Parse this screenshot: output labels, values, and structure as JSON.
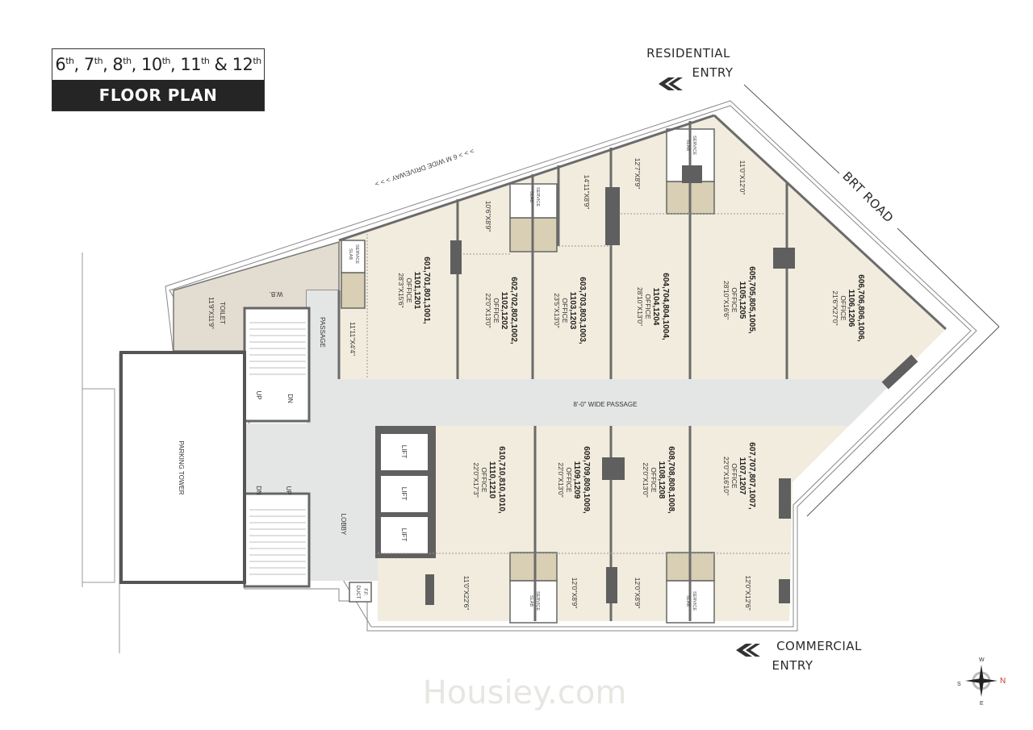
{
  "header": {
    "floors": [
      {
        "num": "6",
        "suffix": "th",
        "sep": ", "
      },
      {
        "num": "7",
        "suffix": "th",
        "sep": ", "
      },
      {
        "num": "8",
        "suffix": "th",
        "sep": ", "
      },
      {
        "num": "10",
        "suffix": "th",
        "sep": ", "
      },
      {
        "num": "11",
        "suffix": "th",
        "sep": " & "
      },
      {
        "num": "12",
        "suffix": "th",
        "sep": ""
      }
    ],
    "subtitle": "FLOOR PLAN"
  },
  "entries": {
    "residential": [
      "RESIDENTIAL",
      "ENTRY"
    ],
    "commercial": [
      "COMMERCIAL",
      "ENTRY"
    ],
    "road": "BRT ROAD",
    "driveway": "> > >  6 M WIDE DRIVEWAY  > > >"
  },
  "units": [
    {
      "lines": [
        "601,701,801,1001,",
        "1101,1201",
        "OFFICE",
        "28'3\"X15'6\""
      ]
    },
    {
      "lines": [
        "602,702,802,1002,",
        "1102,1202",
        "OFFICE",
        "22'0\"X13'0\""
      ]
    },
    {
      "lines": [
        "603,703,803,1003,",
        "1103,1203",
        "OFFICE",
        "23'5\"X13'0\""
      ]
    },
    {
      "lines": [
        "604,704,804,1004,",
        "1104,1204",
        "OFFICE",
        "28'10\"X13'0\""
      ]
    },
    {
      "lines": [
        "605,705,805,1005,",
        "1105,1205",
        "OFFICE",
        "28'10\"X16'6\""
      ]
    },
    {
      "lines": [
        "606,706,806,1006,",
        "1106,1206",
        "OFFICE",
        "21'6\"X27'0\""
      ]
    },
    {
      "lines": [
        "607,707,807,1007,",
        "1107,1207",
        "OFFICE",
        "22'0\"X16'10\""
      ]
    },
    {
      "lines": [
        "608,708,808,1008,",
        "1108,1208",
        "OFFICE",
        "22'0\"X13'0\""
      ]
    },
    {
      "lines": [
        "609,709,809,1009,",
        "1109,1209",
        "OFFICE",
        "22'0\"X13'0\""
      ]
    },
    {
      "lines": [
        "610,710,810,1010,",
        "1110,1210",
        "OFFICE",
        "22'0\"X17'3\""
      ]
    }
  ],
  "dimensions": [
    "10'6\"X8'9\"",
    "14'11\"X8'9\"",
    "12'7\"X8'9\"",
    "11'0\"X12'0\"",
    "11'11\"X4'4\"",
    "11'0\"X22'6\"",
    "12'0\"X8'9\"",
    "12'0\"X8'9\"",
    "12'0\"X12'6\""
  ],
  "spaces": {
    "passage_wide": "8'-0\" WIDE PASSAGE",
    "passage": "PASSAGE",
    "lobby": "LOBBY",
    "parking": "PARKING TOWER",
    "toilet": [
      "TOILET",
      "11'9\"X11'9\""
    ],
    "wb": "W.B.",
    "lift": "LIFT",
    "service_slab": [
      "SERVICE",
      "SLAB"
    ],
    "up": "UP",
    "dn": "DN",
    "ff_duct": [
      "F.F.",
      "DUCT"
    ]
  },
  "compass": {
    "w": "W",
    "n": "N",
    "s": "S",
    "e": "E",
    "north_color": "#c0392b"
  },
  "watermark": "Housiey.com",
  "colors": {
    "office_floor": "#f1ecdd",
    "passage": "#e4e6e6",
    "toilet": "#d8cfb4",
    "wall": "#6b6b6b",
    "title_band": "#252525"
  }
}
